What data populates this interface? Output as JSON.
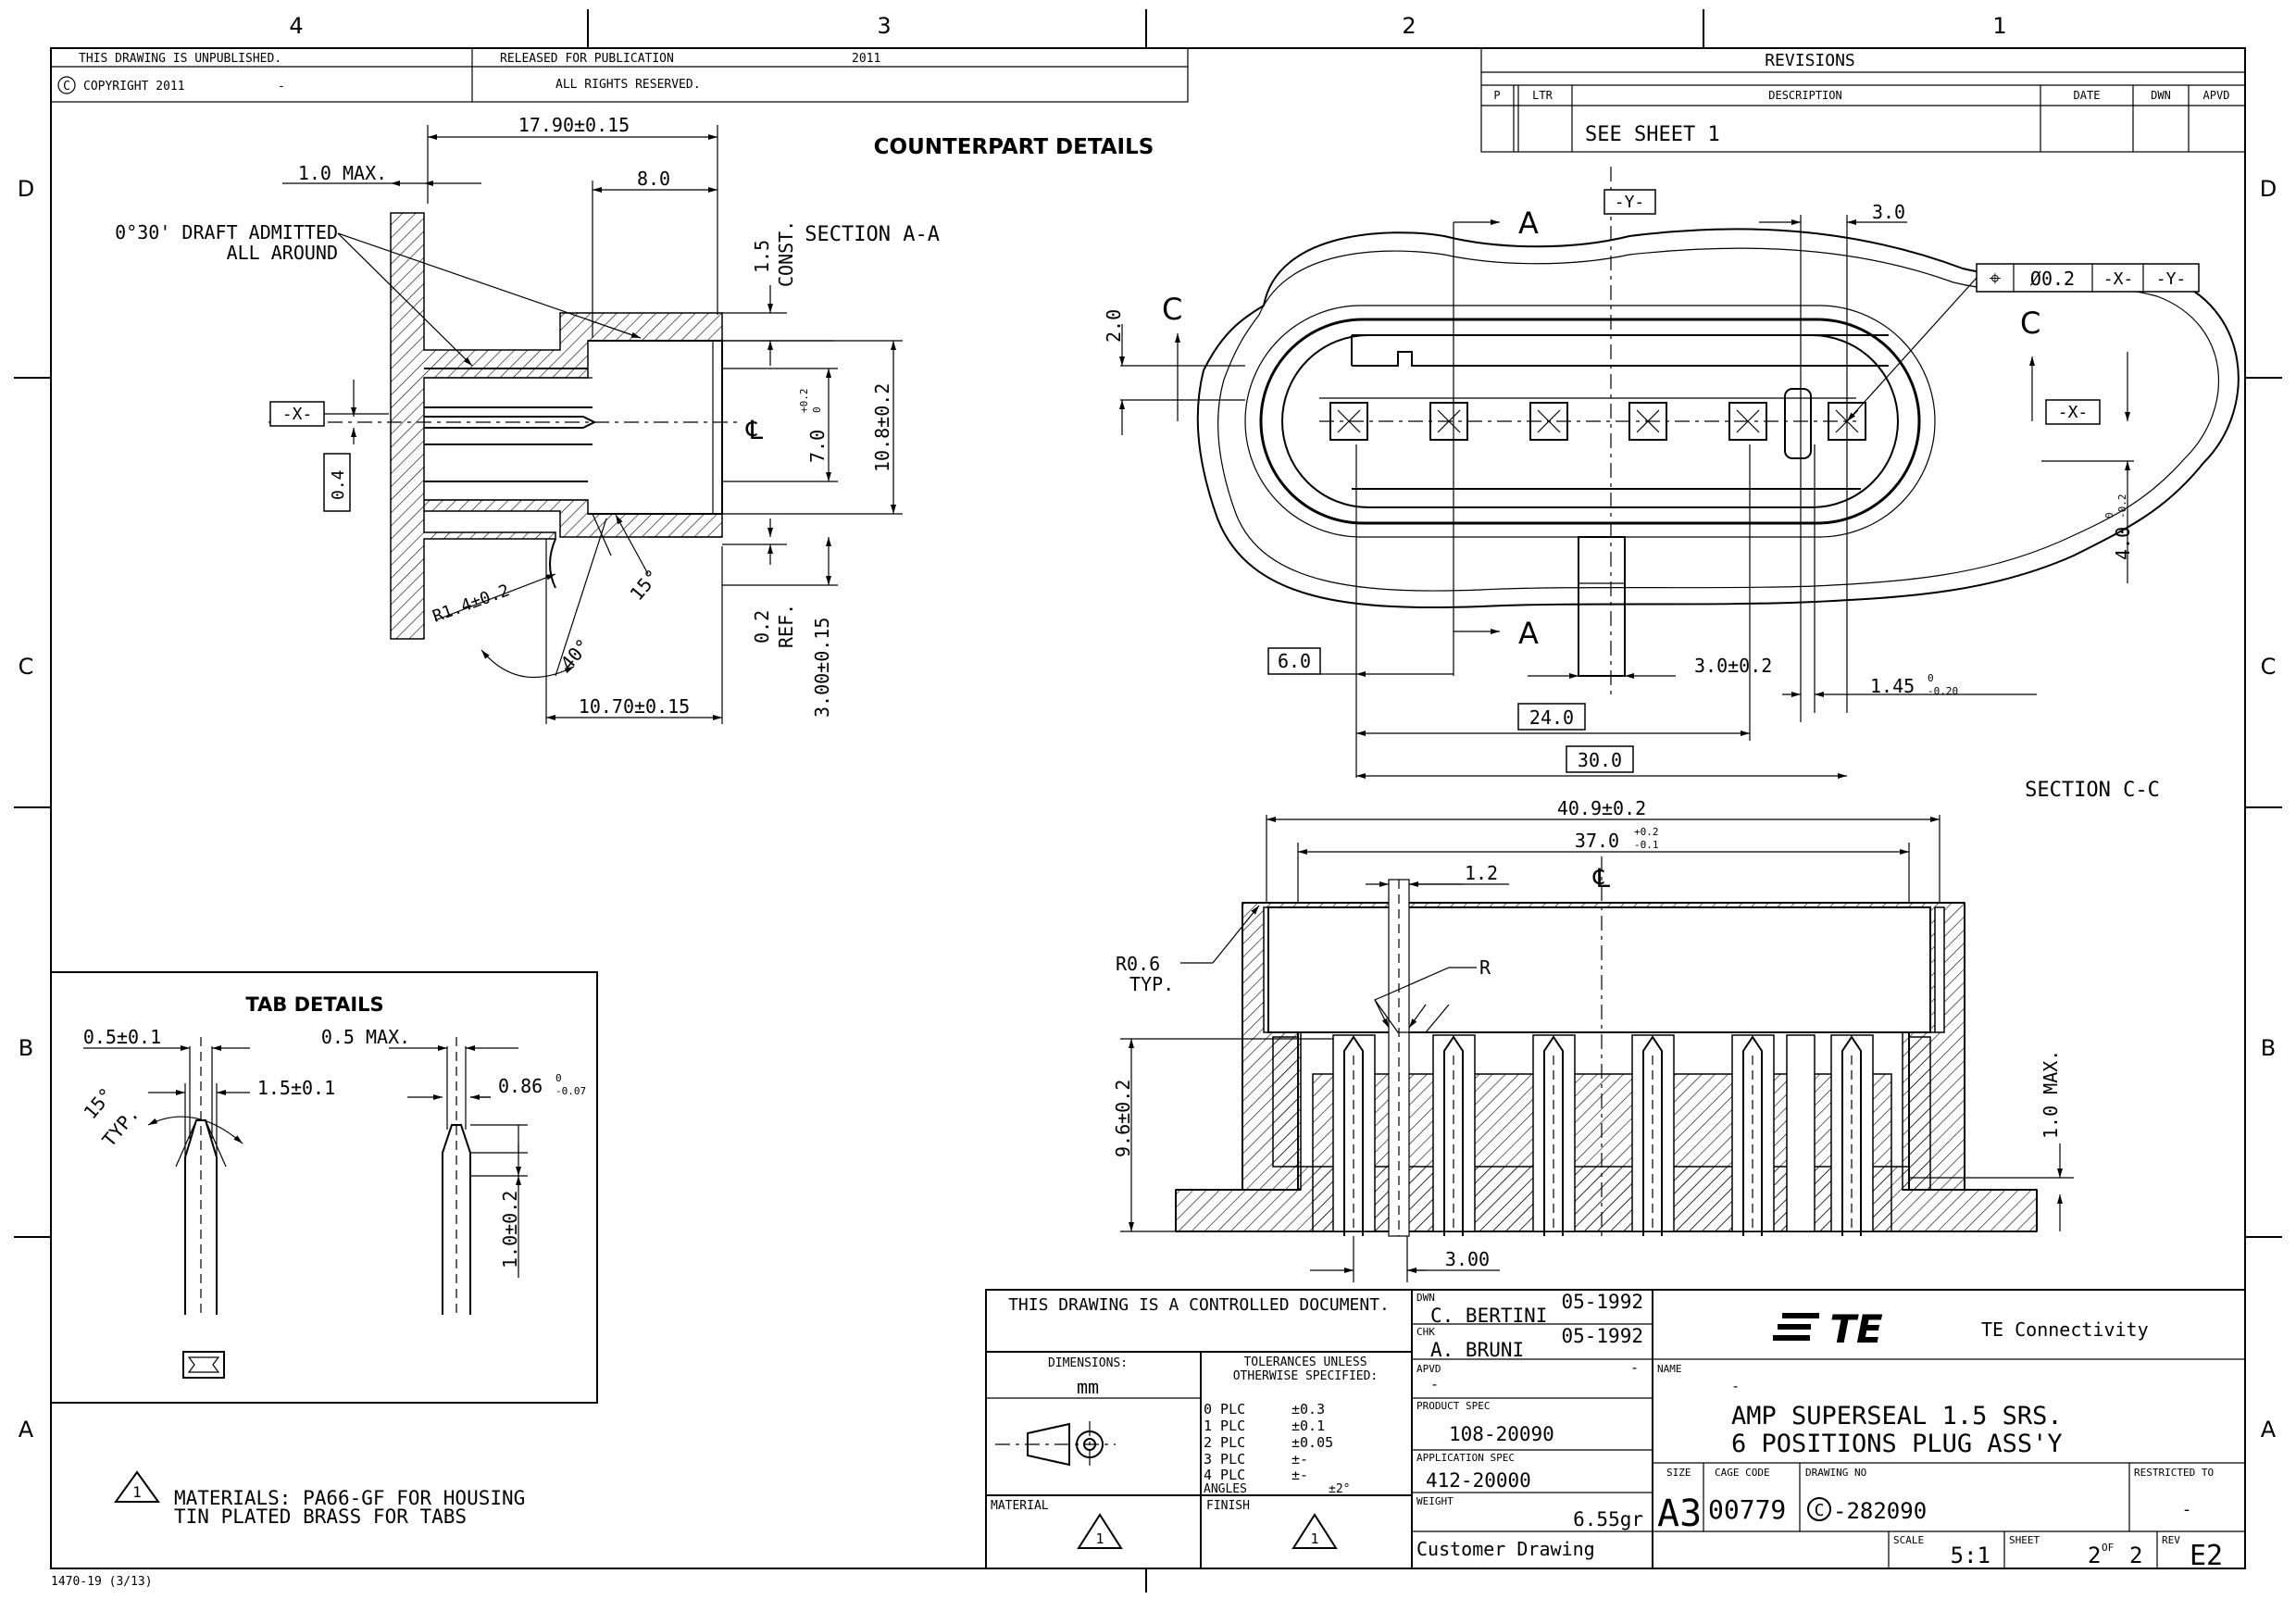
{
  "zones": {
    "top": [
      "4",
      "3",
      "2",
      "1"
    ],
    "side": [
      "D",
      "C",
      "B",
      "A"
    ]
  },
  "header": {
    "unpublished": "THIS DRAWING IS UNPUBLISHED.",
    "copyright": "COPYRIGHT 2011",
    "copyright_dash": "-",
    "released": "RELEASED FOR PUBLICATION",
    "released_year": "2011",
    "rights": "ALL RIGHTS RESERVED."
  },
  "revisions": {
    "title": "REVISIONS",
    "col_p": "P",
    "col_ltr": "LTR",
    "col_desc": "DESCRIPTION",
    "col_date": "DATE",
    "col_dwn": "DWN",
    "col_apvd": "APVD",
    "row1_desc": "SEE SHEET 1"
  },
  "counterpart": {
    "title": "COUNTERPART DETAILS",
    "section_aa": "SECTION A-A",
    "dim_length": "17.90±0.15",
    "dim_max": "1.0 MAX.",
    "dim_8": "8.0",
    "draft1": "0°30' DRAFT ADMITTED",
    "draft2": "ALL AROUND",
    "dim_const1": "1.5",
    "dim_const2": "CONST.",
    "datum_x": "-X-",
    "dim_04": "0.4",
    "dim_7": "7.0",
    "dim_7_tol_up": "+0.2",
    "dim_7_tol_dn": "0",
    "dim_108": "10.8±0.2",
    "centerline": "℄",
    "dim_radius": "R1.4±0.2",
    "dim_15deg": "15°",
    "dim_40deg": "40°",
    "dim_ref1": "0.2",
    "dim_ref2": "REF.",
    "dim_300": "3.00±0.15",
    "dim_1070": "10.70±0.15"
  },
  "topview": {
    "dim_20": "2.0",
    "label_c_left": "C",
    "label_c_right": "C",
    "label_a_top": "A",
    "label_a_bottom": "A",
    "datum_y": "-Y-",
    "dim_30": "3.0",
    "gdt_symbol": "⌖",
    "gdt_tol": "Ø0.2",
    "gdt_ref1": "-X-",
    "gdt_ref2": "-Y-",
    "datum_x": "-X-",
    "dim_40": "4.0",
    "dim_40_tol_up": "0",
    "dim_40_tol_dn": "-0.2",
    "dim_60": "6.0",
    "dim_30tol": "3.0±0.2",
    "dim_145": "1.45",
    "dim_145_tol_up": "0",
    "dim_145_tol_dn": "-0.20",
    "dim_240": "24.0",
    "dim_300": "30.0"
  },
  "section_cc": {
    "title": "SECTION C-C",
    "dim_409": "40.9±0.2",
    "dim_370": "37.0",
    "dim_370_tol_up": "+0.2",
    "dim_370_tol_dn": "-0.1",
    "dim_12": "1.2",
    "centerline": "℄",
    "r06_1": "R0.6",
    "r06_2": "TYP.",
    "label_r": "R",
    "dim_96": "9.6±0.2",
    "dim_10max": "1.0 MAX.",
    "dim_300": "3.00"
  },
  "tab_details": {
    "title": "TAB DETAILS",
    "dim_05": "0.5±0.1",
    "dim_05max": "0.5 MAX.",
    "dim_15": "1.5±0.1",
    "dim_086": "0.86",
    "dim_086_tol_up": "0",
    "dim_086_tol_dn": "-0.07",
    "angle1": "15°",
    "angle2": "TYP.",
    "dim_10": "1.0±0.2"
  },
  "materials": {
    "note_num": "1",
    "line1": "MATERIALS: PA66-GF FOR HOUSING",
    "line2": "TIN PLATED BRASS FOR TABS"
  },
  "form_no": "1470-19 (3/13)",
  "title_block": {
    "controlled": "THIS DRAWING IS A CONTROLLED DOCUMENT.",
    "dimensions_label": "DIMENSIONS:",
    "dimensions_value": "mm",
    "tol_title1": "TOLERANCES UNLESS",
    "tol_title2": "OTHERWISE SPECIFIED:",
    "tol_rows": [
      [
        "0 PLC",
        "±0.3"
      ],
      [
        "1 PLC",
        "±0.1"
      ],
      [
        "2 PLC",
        "±0.05"
      ],
      [
        "3 PLC",
        "±-"
      ],
      [
        "4 PLC",
        "±-"
      ]
    ],
    "angles_label": "ANGLES",
    "angles_value": "±2°",
    "material_label": "MATERIAL",
    "finish_label": "FINISH",
    "note_ref": "1",
    "dwn_label": "DWN",
    "dwn_name": "C. BERTINI",
    "dwn_date": "05-1992",
    "chk_label": "CHK",
    "chk_name": "A. BRUNI",
    "chk_date": "05-1992",
    "apvd_label": "APVD",
    "apvd_name": "-",
    "apvd_date": "-",
    "product_spec_label": "PRODUCT SPEC",
    "product_spec": "108-20090",
    "application_spec_label": "APPLICATION SPEC",
    "application_spec": "412-20000",
    "weight_label": "WEIGHT",
    "weight": "6.55gr",
    "customer_drawing": "Customer Drawing",
    "logo": "TE",
    "company": "TE Connectivity",
    "name_label": "NAME",
    "name_dash": "-",
    "name_line1": "AMP SUPERSEAL 1.5 SRS.",
    "name_line2": "6 POSITIONS PLUG ASS'Y",
    "size_label": "SIZE",
    "size": "A3",
    "cage_label": "CAGE CODE",
    "cage": "00779",
    "dwg_label": "DRAWING NO",
    "dwg_prefix": "C",
    "dwg_no": "-282090",
    "restricted_label": "RESTRICTED TO",
    "restricted": "-",
    "scale_label": "SCALE",
    "scale": "5:1",
    "sheet_label": "SHEET",
    "sheet": "2",
    "of_label": "OF",
    "of": "2",
    "rev_label": "REV",
    "rev": "E2"
  }
}
